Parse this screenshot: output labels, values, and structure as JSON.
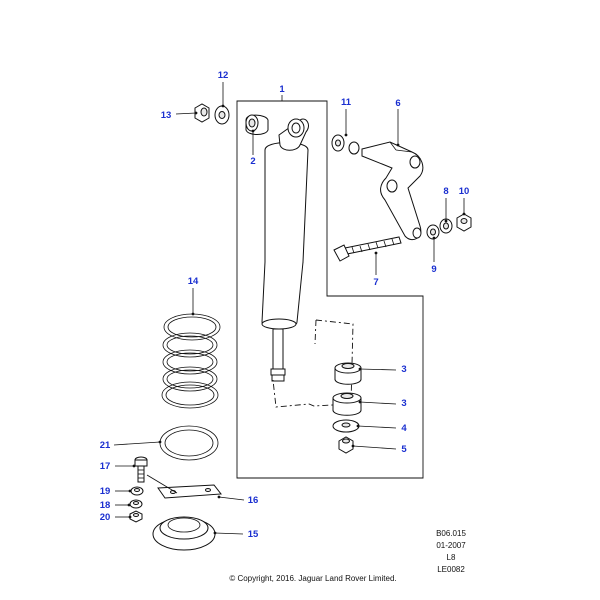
{
  "callouts": {
    "c1": "1",
    "c2": "2",
    "c3a": "3",
    "c3b": "3",
    "c4": "4",
    "c5": "5",
    "c6": "6",
    "c7": "7",
    "c8": "8",
    "c9": "9",
    "c10": "10",
    "c11": "11",
    "c12": "12",
    "c13": "13",
    "c14": "14",
    "c15": "15",
    "c16": "16",
    "c17": "17",
    "c18": "18",
    "c19": "19",
    "c20": "20",
    "c21": "21"
  },
  "meta": {
    "code": "B06.015",
    "date": "01-2007",
    "model": "L8",
    "ref": "LE0082",
    "copyright": "© Copyright, 2016. Jaguar Land Rover Limited."
  },
  "colors": {
    "callout": "#1a2fd0",
    "ink": "#111111"
  }
}
